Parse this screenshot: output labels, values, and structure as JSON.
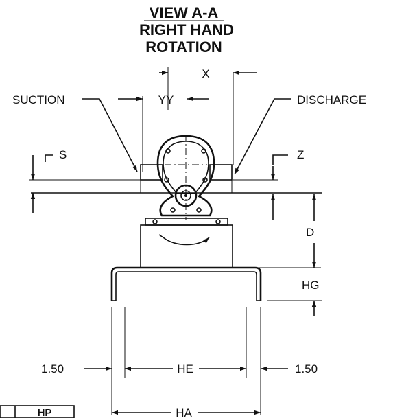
{
  "title": {
    "line1": "VIEW A-A",
    "line2": "RIGHT HAND",
    "line3": "ROTATION"
  },
  "labels": {
    "x": "X",
    "yy": "YY",
    "suction": "SUCTION",
    "discharge": "DISCHARGE",
    "s": "S",
    "z": "Z",
    "d": "D",
    "hg": "HG",
    "he": "HE",
    "ha": "HA",
    "left_offset": "1.50",
    "right_offset": "1.50",
    "hp": "HP"
  }
}
